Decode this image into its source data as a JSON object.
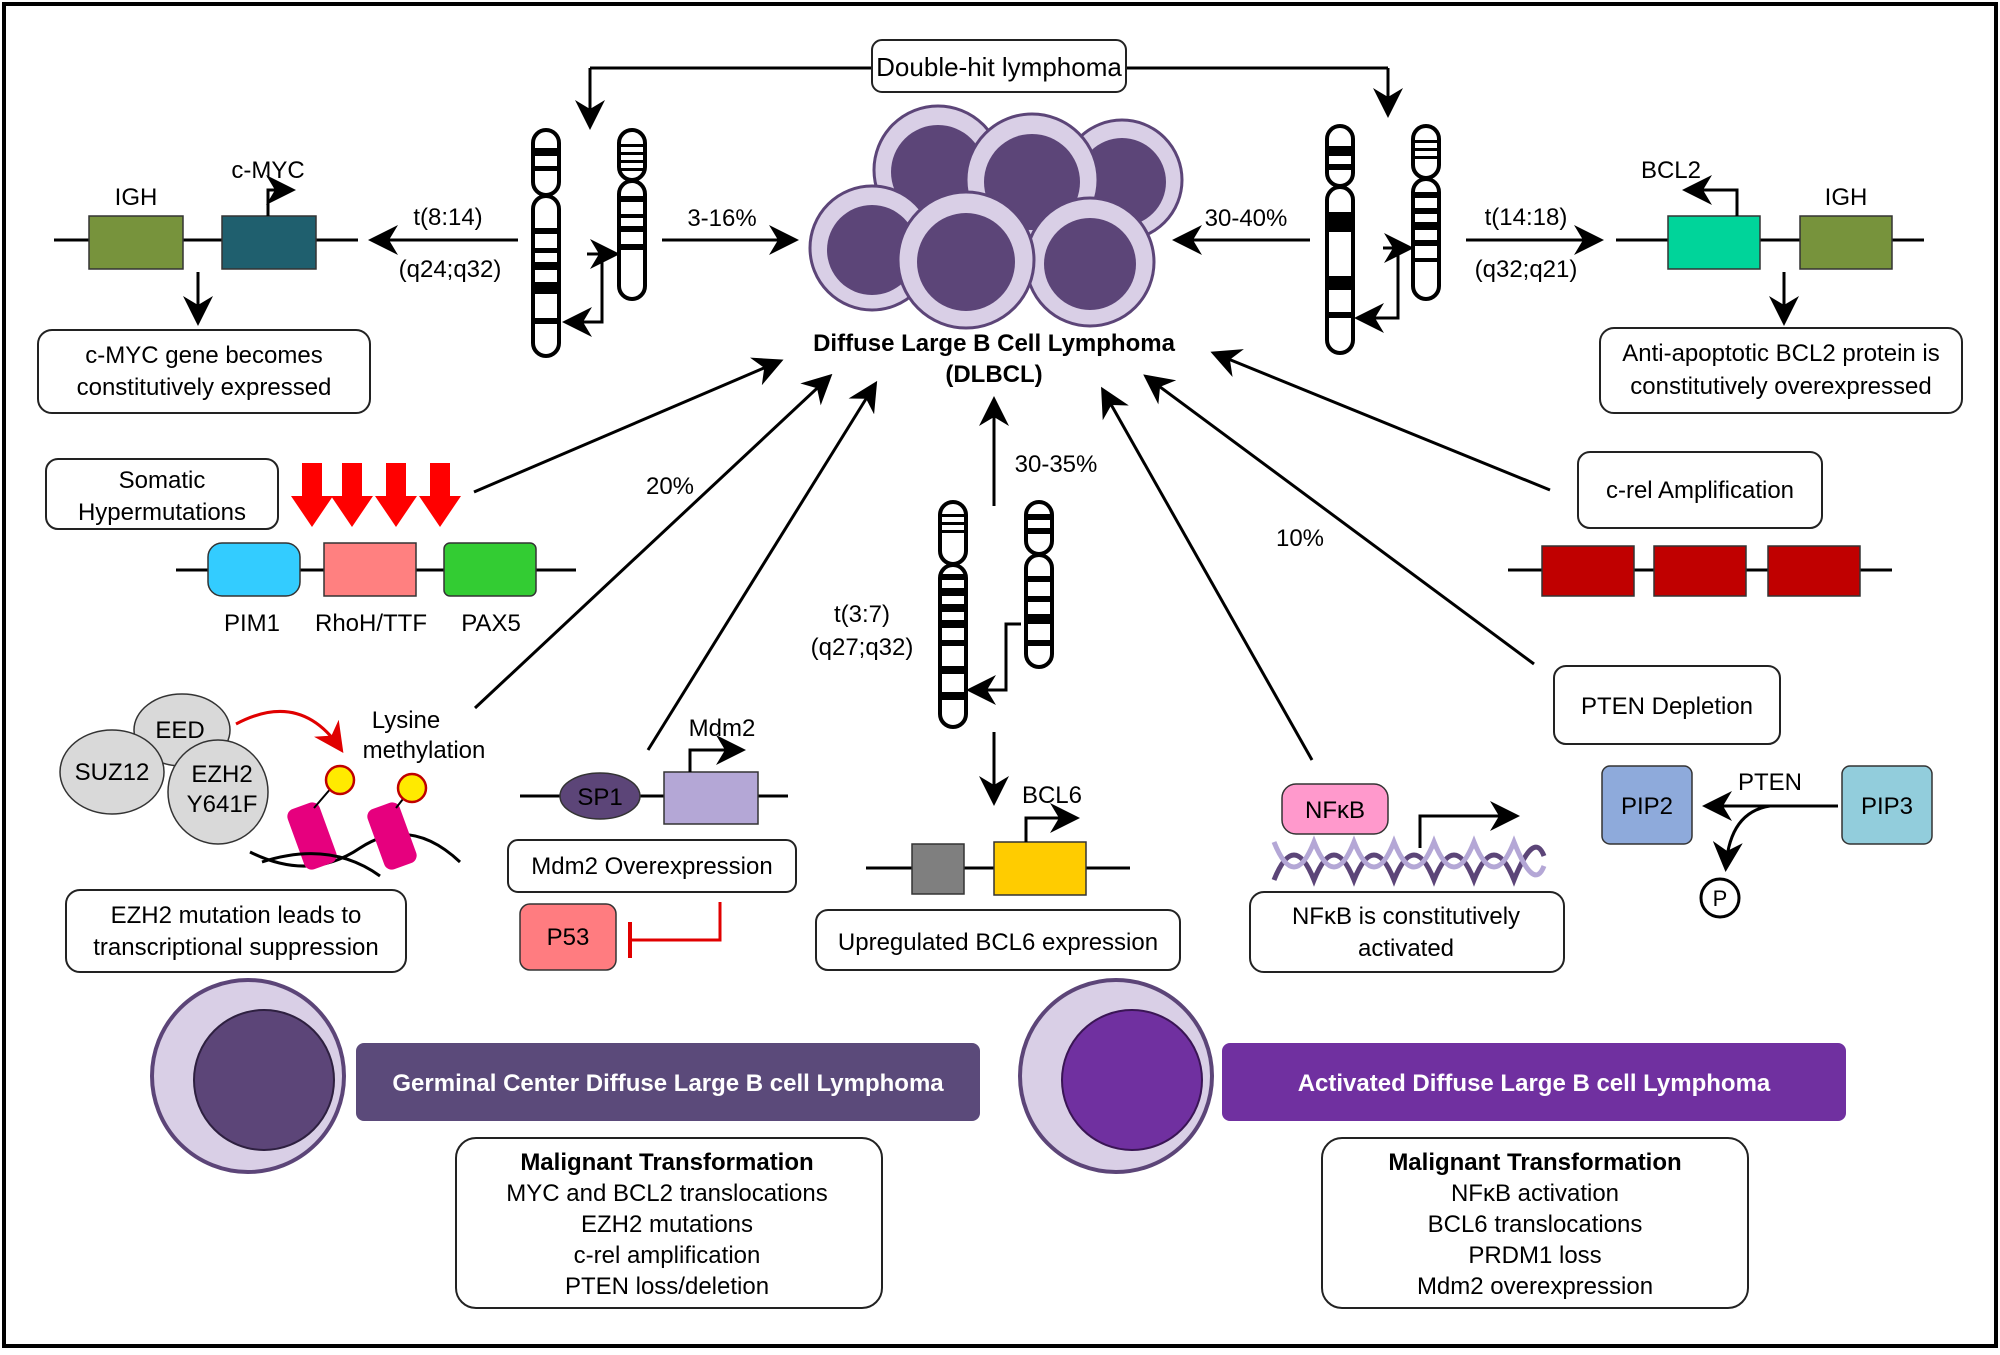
{
  "title": {
    "line1": "Diffuse Large B Cell Lymphoma",
    "line2": "(DLBCL)"
  },
  "double_hit": "Double-hit lymphoma",
  "left_translocation": {
    "label_top": "t(8:14)",
    "label_bottom": "(q24;q32)",
    "percent": "3-16%",
    "gene_left": "IGH",
    "gene_right": "c-MYC",
    "result_line1": "c-MYC gene becomes",
    "result_line2": "constitutively expressed"
  },
  "right_translocation": {
    "label_top": "t(14:18)",
    "label_bottom": "(q32;q21)",
    "percent": "30-40%",
    "gene_left": "BCL2",
    "gene_right": "IGH",
    "result_line1": "Anti-apoptotic BCL2 protein is",
    "result_line2": "constitutively overexpressed"
  },
  "somatic": {
    "line1": "Somatic",
    "line2": "Hypermutations",
    "genes": [
      "PIM1",
      "RhoH/TTF",
      "PAX5"
    ],
    "percent": "20%"
  },
  "ezh2": {
    "proteins": [
      "EED",
      "SUZ12",
      "EZH2",
      "Y641F"
    ],
    "methylation_line1": "Lysine",
    "methylation_line2": "methylation",
    "result_line1": "EZH2 mutation leads to",
    "result_line2": "transcriptional suppression"
  },
  "mdm2": {
    "sp1": "SP1",
    "gene": "Mdm2",
    "result": "Mdm2 Overexpression",
    "p53": "P53"
  },
  "bcl6": {
    "label_top": "t(3:7)",
    "label_bottom": "(q27;q32)",
    "percent": "30-35%",
    "gene": "BCL6",
    "result": "Upregulated BCL6 expression"
  },
  "nfkb": {
    "label": "NFκB",
    "percent": "10%",
    "result_line1": "NFκB is constitutively",
    "result_line2": "activated"
  },
  "crel": {
    "label": "c-rel Amplification"
  },
  "pten": {
    "label": "PTEN Depletion",
    "pip2": "PIP2",
    "pip3": "PIP3",
    "enzyme": "PTEN",
    "phosphate": "P"
  },
  "gcb": {
    "banner": "Germinal Center Diffuse Large B cell Lymphoma",
    "heading": "Malignant Transformation",
    "items": [
      "MYC and BCL2 translocations",
      "EZH2 mutations",
      "c-rel amplification",
      "PTEN loss/deletion"
    ]
  },
  "abc": {
    "banner": "Activated Diffuse Large B cell Lymphoma",
    "heading": "Malignant Transformation",
    "items": [
      "NFκB activation",
      "BCL6 translocations",
      "PRDM1 loss",
      "Mdm2 overexpression"
    ]
  },
  "colors": {
    "cell_outer": "#d9cfe6",
    "cell_inner": "#5c4578",
    "gcb_banner": "#5b4a7a",
    "abc_banner": "#7030a0",
    "igh": "#77933c",
    "cmyc": "#1f5f6e",
    "bcl2": "#00d49a",
    "pim1": "#33ccff",
    "rhoh": "#ff8080",
    "pax5": "#33cc33",
    "crel": "#c00000",
    "mutation_arrow": "#ff0000",
    "sp1": "#5c4578",
    "mdm2_gene": "#b4a7d6",
    "p53": "#ff7c80",
    "bcl6_gene": "#ffcc00",
    "nfkb": "#ff99cc",
    "pip2": "#8eaadb",
    "pip3": "#92cddc"
  }
}
